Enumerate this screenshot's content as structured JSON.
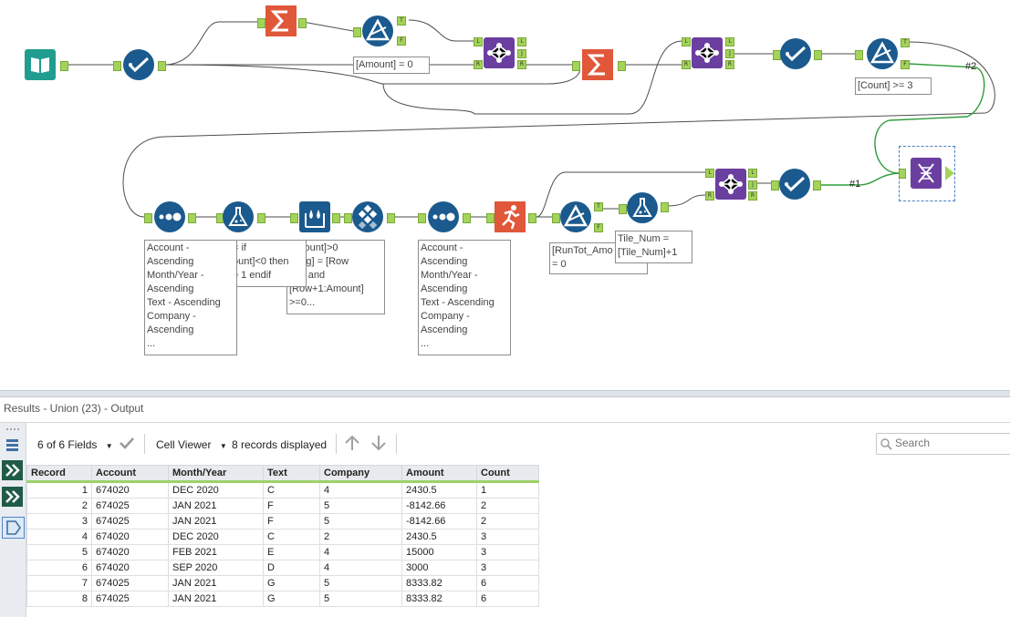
{
  "canvas": {
    "annotations": {
      "filter1": "[Amount] = 0",
      "filter2": "[Count] >= 3",
      "sort1": "Account -\nAscending\nMonth/Year -\nAscending\nText - Ascending\nCompany -\nAscending\n...",
      "formula1": "= if\nount]<0 then\ne 1 endif",
      "multirow": "Amount]>0\n [Flag] = [Row\nlag] and\n[Row+1:Amount]\n>=0...",
      "sort2": "Account -\nAscending\nMonth/Year -\nAscending\nText - Ascending\nCompany -\nAscending\n...",
      "filter3": "[RunTot_Amo\n= 0",
      "formula2": "Tile_Num =\n[Tile_Num]+1"
    },
    "wire_labels": {
      "w2": "#2",
      "w1": "#1"
    },
    "anchor_labels": {
      "true": "T",
      "false": "F",
      "left": "L",
      "join": "J",
      "right": "R"
    }
  },
  "results": {
    "title": "Results - Union (23) - Output",
    "toolbar": {
      "fields_label": "6 of 6 Fields",
      "viewer_label": "Cell Viewer",
      "records_label": "8 records displayed",
      "search_placeholder": "Search"
    },
    "columns": [
      "Record",
      "Account",
      "Month/Year",
      "Text",
      "Company",
      "Amount",
      "Count"
    ],
    "rows": [
      [
        "1",
        "674020",
        "DEC 2020",
        "C",
        "4",
        "2430.5",
        "1"
      ],
      [
        "2",
        "674025",
        "JAN 2021",
        "F",
        "5",
        "-8142.66",
        "2"
      ],
      [
        "3",
        "674025",
        "JAN 2021",
        "F",
        "5",
        "-8142.66",
        "2"
      ],
      [
        "4",
        "674020",
        "DEC 2020",
        "C",
        "2",
        "2430.5",
        "3"
      ],
      [
        "5",
        "674020",
        "FEB 2021",
        "E",
        "4",
        "15000",
        "3"
      ],
      [
        "6",
        "674020",
        "SEP 2020",
        "D",
        "4",
        "3000",
        "3"
      ],
      [
        "7",
        "674025",
        "JAN 2021",
        "G",
        "5",
        "8333.82",
        "6"
      ],
      [
        "8",
        "674025",
        "JAN 2021",
        "G",
        "5",
        "8333.82",
        "6"
      ]
    ]
  },
  "colors": {
    "tool_blue": "#1b5a8e",
    "tool_orange": "#e0573a",
    "tool_purple": "#6b3fa0",
    "tool_teal": "#1f9e8f",
    "anchor_green": "#a4d35a",
    "grid_accent": "#9bd26a"
  },
  "icons": {
    "input": "book-icon",
    "select": "checkmark-icon",
    "summarize": "sigma-icon",
    "filter": "triangle-filter-icon",
    "join": "join-nodes-icon",
    "sort": "dots-icon",
    "formula": "flask-icon",
    "multirow": "droplets-icon",
    "tile": "diamond-grid-icon",
    "runningtotal": "running-person-icon",
    "union": "dna-icon"
  }
}
